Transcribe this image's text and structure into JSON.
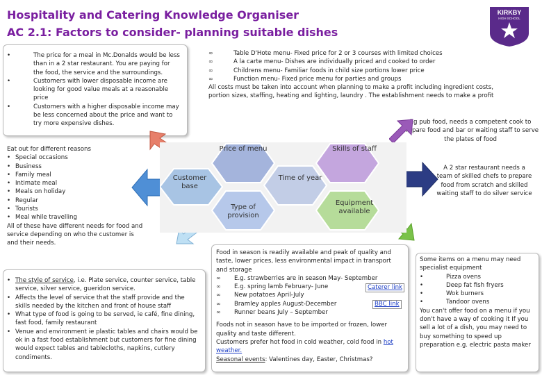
{
  "header": {
    "title_line1": "Hospitality and Catering Knowledge Organiser",
    "title_line2": "AC 2.1: Factors to consider- planning suitable dishes",
    "logo_top": "KIRKBY",
    "logo_bottom": "HIGH SCHOOL"
  },
  "price_box": {
    "items": [
      "The price for a meal in Mc.Donalds would be less than in a 2 star restaurant. You are paying for the food, the service and the surroundings.",
      "Customers with lower disposable income are looking for good value meals at a reasonable price",
      "Customers with a higher disposable income may be less concerned about the price and want to try more expensive dishes."
    ]
  },
  "menu_types": {
    "items": [
      "Table D'Hote menu- Fixed price for 2 or 3 courses with limited choices",
      "A la carte menu- Dishes are individually priced and cooked to order",
      "Childrens menu- Familiar foods in child size portions lower price",
      "Function menu- Fixed price menu for parties and groups"
    ],
    "note": "All costs must be taken into account when planning to make a profit including ingredient costs, portion sizes, staffing, heating and lighting, laundry . The establishment needs to make a profit"
  },
  "skills_note": "Eg pub food, needs a competent cook to prepare food and bar or waiting staff to serve the plates of food",
  "eat_out": {
    "heading": "Eat out for different reasons",
    "items": [
      "Special occasions",
      "Business",
      "Family meal",
      "Intimate meal",
      "Meals on holiday",
      "Regular",
      "Tourists",
      "Meal while travelling"
    ],
    "footer": "All of these have different needs for food and service depending on who the customer is and their needs."
  },
  "diagram": {
    "labels": {
      "price": "Price of menu",
      "skills": "Skills of staff",
      "customer": "Customer base",
      "time": "Time of year",
      "provision": "Type of provision",
      "equipment": "Equipment available"
    },
    "colors": {
      "price": "#a4b4dc",
      "skills": "#c4a6de",
      "customer": "#a8c4e4",
      "time": "#c2cde6",
      "provision": "#b6c8ea",
      "equipment": "#b6dc9a"
    }
  },
  "star_note": "A 2 star restaurant needs a team of skilled chefs to prepare food from scratch and skilled waiting staff to do silver service",
  "service_box": {
    "items": [
      {
        "lead": "The style of service",
        "rest": ", i.e. Plate service, counter service, table service, silver service, gueridon service."
      },
      {
        "lead": "",
        "rest": "Affects the level of service that the staff provide and the skills needed by the kitchen and front of house staff"
      },
      {
        "lead": "",
        "rest": "What type of food is going to be served, ie café, fine dining, fast food, family restaurant"
      },
      {
        "lead": "",
        "rest": "Venue and environment ie plastic tables and chairs would be ok in a fast food establishment but customers for fine dining would expect tables and tablecloths, napkins, cutlery condiments."
      }
    ]
  },
  "season_box": {
    "intro": "Food in season is readily available and peak of quality and taste, lower prices, less environmental impact in transport and storage",
    "items": [
      "E.g. strawberries are in season May- September",
      "E.g. spring lamb  February- June",
      "New potatoes  April-July",
      "Bramley apples August-December",
      "Runner beans July – September"
    ],
    "link1": "Caterer link",
    "link2": "BBC link",
    "out_of_season": "Foods not in season have to be imported or frozen, lower quality and taste different.",
    "hot_weather_prefix": "Customers prefer hot food in cold weather, cold food in ",
    "hot_weather_link": "hot weather.",
    "seasonal_label": "Seasonal events",
    "seasonal_rest": ": Valentines day, Easter, Christmas?"
  },
  "equipment_box": {
    "intro": "Some items on a menu may need specialist equipment",
    "items": [
      "Pizza ovens",
      "Deep fat fish fryers",
      "Wok burners",
      "Tandoor ovens"
    ],
    "footer": "You can't offer food on a menu if you don't have a way of cooking it If you sell a lot of a dish, you may need to buy something to speed up preparation e.g. electric pasta maker"
  }
}
